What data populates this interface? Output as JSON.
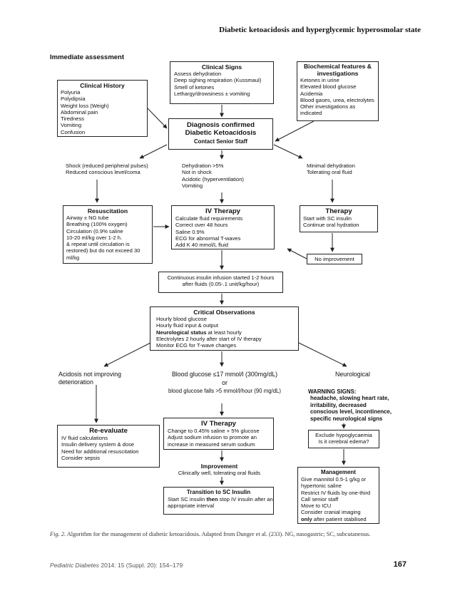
{
  "page": {
    "running_header": "Diabetic ketoacidosis and hyperglycemic hyperosmolar state",
    "section_label": "Immediate assessment",
    "caption_prefix": "Fig. 2.",
    "caption_text": "Algorithm for the management of diabetic ketoacidosis. Adapted from Dunger et al. (233). NG, nasogastric; SC, subcutaneous.",
    "footer_journal": "Pediatric Diabetes",
    "footer_citation": "2014: 15 (Suppl. 20): 154–179",
    "page_number": "167"
  },
  "clinical_history": {
    "title": "Clinical History",
    "lines": [
      "Polyuria",
      "Polydipsia",
      "Weight loss (Weigh)",
      "Abdominal pain",
      "Tiredness",
      "Vomiting",
      "Confusion"
    ]
  },
  "clinical_signs": {
    "title": "Clinical Signs",
    "lines": [
      "Assess dehydration",
      "Deep sighing respiration (Kussmaul)",
      "Smell of ketones",
      "Lethargy/drowsiness ± vomiting"
    ]
  },
  "biochemical": {
    "title_line1": "Biochemical features &",
    "title_line2": "investigations",
    "lines": [
      "Ketones in urine",
      "Elevated blood glucose",
      "Acidemia",
      "Blood gases, urea, electrolytes",
      "Other investigations as",
      "indicated"
    ]
  },
  "diagnosis": {
    "line1": "Diagnosis confirmed",
    "line2": "Diabetic Ketoacidosis",
    "line3": "Contact Senior Staff"
  },
  "branches": {
    "shock": [
      "Shock (reduced peripheral pulses)",
      "Reduced conscious level/coma"
    ],
    "dehydration": [
      "Dehydration >5%",
      "Not in shock",
      "Acidotic (hyperventilation)",
      "Vomiting"
    ],
    "minimal": [
      "Minimal dehydration",
      "Tolerating oral fluid"
    ]
  },
  "resuscitation": {
    "title": "Resuscitation",
    "lines": [
      "Airway ± NG tube",
      "Breathing (100% oxygen)",
      "Circulation (0.9% saline",
      "10-20 ml/kg over 1-2 h.",
      "& repeat until circulation is",
      "restored) but do not exceed 30",
      "ml/kg"
    ]
  },
  "iv_therapy_1": {
    "title": "IV Therapy",
    "lines": [
      "Calculate fluid requirements",
      "Correct over 48 hours",
      "Saline 0.9%",
      "ECG for abnormal T-waves",
      "Add K 40 mmol/L fluid"
    ]
  },
  "therapy": {
    "title": "Therapy",
    "lines": [
      "Start with SC insulin",
      "Continue oral hydration"
    ]
  },
  "no_improvement": {
    "label": "No improvement"
  },
  "insulin_infusion": {
    "lines": [
      "Continuous insulin infusion started 1-2 hours",
      "after fluids (0.05-.1 unit/kg/hour)"
    ]
  },
  "critical_obs": {
    "title": "Critical Observations",
    "line1": "Hourly blood glucose",
    "line2": "Hourly fluid input & output",
    "line3_bold": "Neurological status",
    "line3_rest": " at least hourly",
    "line4": "Electrolytes 2 hourly after start of IV therapy",
    "line5": "Monitor ECG for T-wave changes"
  },
  "outcomes": {
    "acidosis": [
      "Acidosis not improving",
      "deterioration"
    ],
    "glucose_main": "Blood glucose ≤17 mmol/l (300mg/dL)",
    "glucose_or": "or",
    "glucose_alt": "blood glucose falls >5 mmol/l/hour (90 mg/dL)",
    "neuro": "Neurological"
  },
  "warning": {
    "title": "WARNING SIGNS:",
    "lines": [
      "headache, slowing heart rate,",
      "irritability, decreased",
      "conscious level, incontinence,",
      "specific neurological  signs"
    ]
  },
  "reevaluate": {
    "title": "Re-evaluate",
    "lines": [
      "IV fluid calculations",
      "Insulin delivery system & dose",
      "Need for additional resuscitation",
      "Consider sepsis"
    ]
  },
  "iv_therapy_2": {
    "title": "IV Therapy",
    "lines": [
      "Change to 0.45% saline + 5% glucose",
      "Adjust sodium infusion to promote an",
      "increase in measured serum sodium"
    ]
  },
  "exclude": {
    "lines": [
      "Exclude hypoglycaemia",
      "Is it cerebral edema?"
    ]
  },
  "improvement": {
    "title": "Improvement",
    "line": "Clinically well, tolerating oral fluids"
  },
  "management": {
    "title": "Management",
    "lines": [
      "Give mannitol 0.5-1 g/kg or",
      "hypertonic saline",
      "Restrict IV fluids by one-third",
      "Call senior staff",
      "Move to ICU",
      "Consider cranial imaging"
    ],
    "last_bold": "only",
    "last_rest": " after patient stabilised"
  },
  "transition": {
    "title": "Transition to SC Insulin",
    "line1_pre": "Start SC insulin ",
    "line1_bold": "then",
    "line1_post": " stop IV insulin after an",
    "line2": "appropriate interval"
  }
}
